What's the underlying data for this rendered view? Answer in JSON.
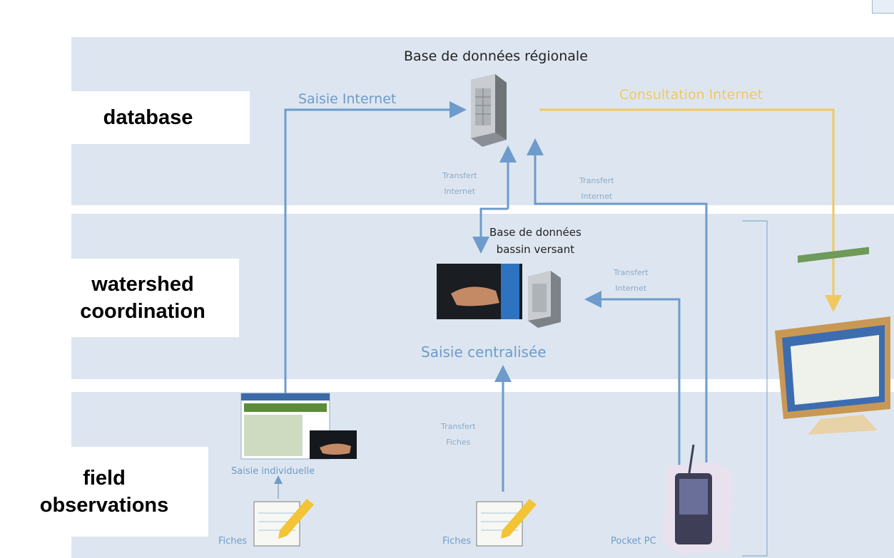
{
  "regional_db": {
    "title": "Base de données régionale"
  },
  "watershed_db": {
    "line1": "Base de données",
    "line2": "bassin versant"
  },
  "flows": {
    "internet_entry": "Saisie Internet",
    "internet_consult": "Consultation Internet",
    "transfer_left": {
      "line1": "Transfert",
      "line2": "Internet"
    },
    "transfer_right": {
      "line1": "Transfert",
      "line2": "Internet"
    },
    "transfer_pocket": {
      "line1": "Transfert",
      "line2": "Internet"
    },
    "transfer_forms": {
      "line1": "Transfert",
      "line2": "Fiches"
    }
  },
  "centralized_entry": "Saisie centralisée",
  "individual_entry": "Saisie individuelle",
  "forms_left": "Fiches",
  "forms_center": "Fiches",
  "pocket_pc": "Pocket PC",
  "levels": {
    "database": "database",
    "watershed": {
      "line1": "watershed",
      "line2": "coordination"
    },
    "field": {
      "line1": "field",
      "line2": "observations"
    }
  },
  "colors": {
    "band": "#dde6f0",
    "blue_arrow": "#6e9bcb",
    "gold_arrow": "#f0c860"
  }
}
